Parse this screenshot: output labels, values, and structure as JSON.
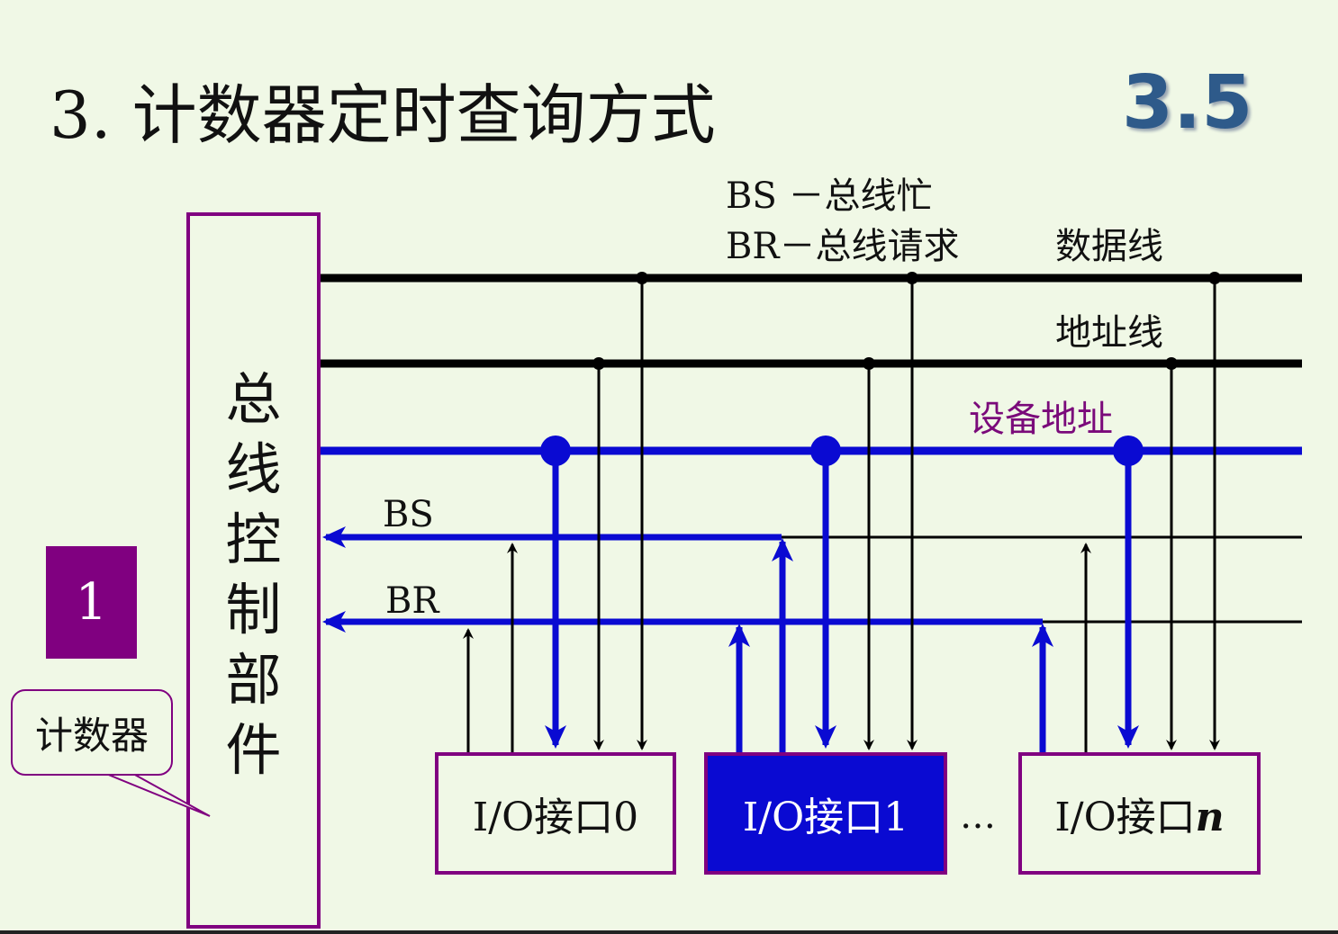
{
  "slide": {
    "title": "3. 计数器定时查询方式",
    "section_number": "3.5"
  },
  "legend": {
    "bs_def": "BS －总线忙",
    "br_def": "BR－总线请求"
  },
  "bus_labels": {
    "data": "数据线",
    "address": "地址线",
    "device_address": "设备地址",
    "bs": "BS",
    "br": "BR"
  },
  "controller": {
    "chars": [
      "总",
      "线",
      "控",
      "制",
      "部",
      "件"
    ]
  },
  "interfaces": [
    {
      "label": "I/O接口0",
      "selected": false
    },
    {
      "label": "I/O接口1",
      "selected": true
    },
    {
      "ellipsis": "…"
    },
    {
      "label_prefix": "I/O接口",
      "label_var": "n",
      "selected": false
    }
  ],
  "badge": "1",
  "callout": "计数器",
  "colors": {
    "background": "#f0f8e6",
    "blue_line": "#0a0ad2",
    "purple": "#800080",
    "black": "#000000"
  }
}
